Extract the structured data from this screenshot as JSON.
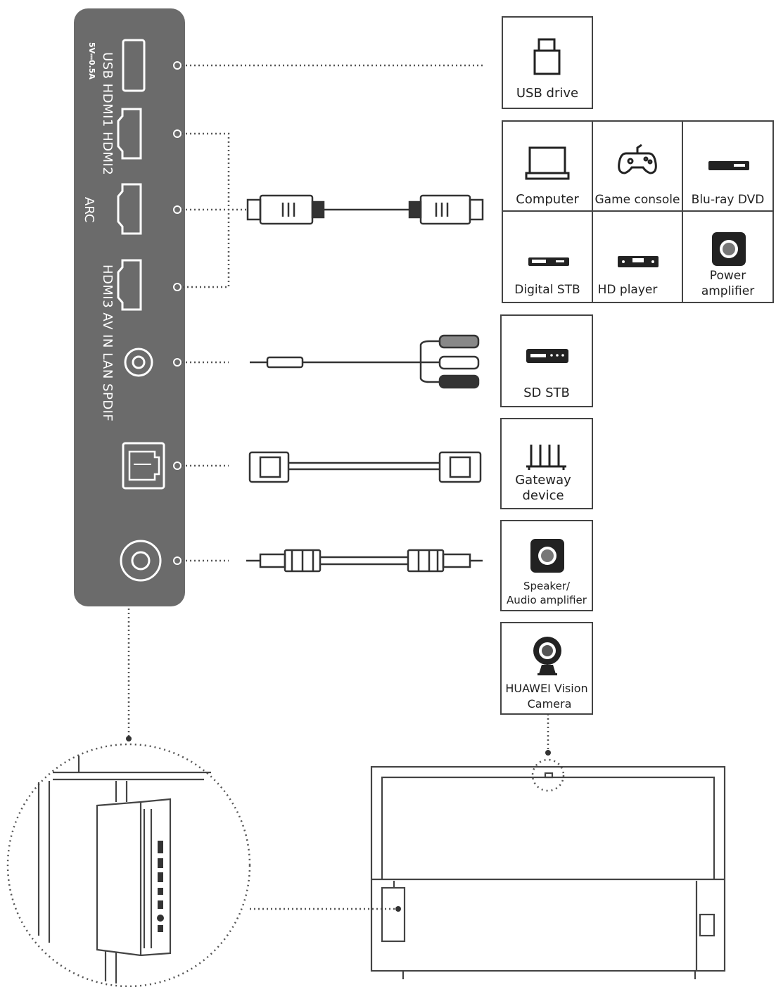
{
  "panel_labels": {
    "usb": "USB HDMI1 HDMI2",
    "rating": "5V⎓0.5A",
    "arc": "ARC",
    "lower": "HDMI3 AV IN LAN SPDIF"
  },
  "devices": {
    "usb_drive": "USB drive",
    "computer": "Computer",
    "game_console": "Game console",
    "bluray": "Blu-ray DVD",
    "digital_stb": "Digital STB",
    "hd_player": "HD player",
    "power_amp_1": "Power",
    "power_amp_2": "amplifier",
    "sd_stb": "SD STB",
    "gateway_1": "Gateway",
    "gateway_2": "device",
    "speaker_1": "Speaker/",
    "speaker_2": "Audio amplifier",
    "camera_1": "HUAWEI Vision",
    "camera_2": "Camera"
  },
  "colors": {
    "panel": "#6b6b6b",
    "port": "#ffffff",
    "line": "#333333",
    "box": "#444444"
  },
  "icons": [
    "usb-drive-icon",
    "laptop-icon",
    "gamepad-icon",
    "bluray-icon",
    "stb-icon",
    "hd-player-icon",
    "amplifier-icon",
    "router-icon",
    "speaker-icon",
    "webcam-icon"
  ]
}
